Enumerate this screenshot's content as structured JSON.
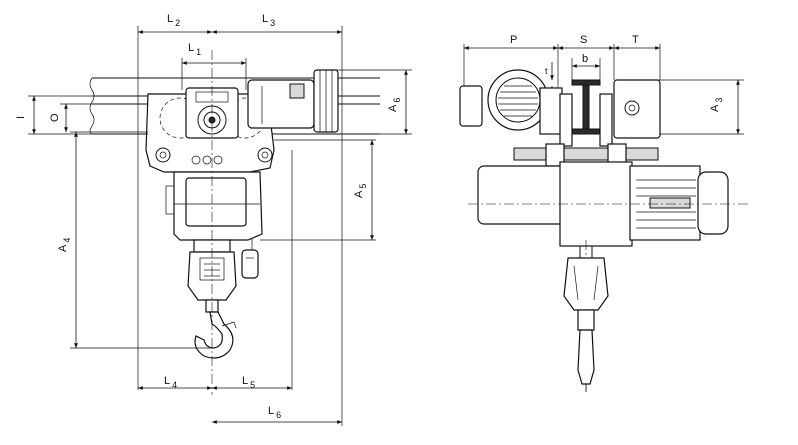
{
  "labels": {
    "L2_main": "L",
    "L2_sub": "2",
    "L3_main": "L",
    "L3_sub": "3",
    "L1_main": "L",
    "L1_sub": "1",
    "L4_main": "L",
    "L4_sub": "4",
    "L5_main": "L",
    "L5_sub": "5",
    "L6_main": "L",
    "L6_sub": "6",
    "A4_main": "A",
    "A4_sub": "4",
    "A5_main": "A",
    "A5_sub": "5",
    "A6_main": "A",
    "A6_sub": "6",
    "A3_main": "A",
    "A3_sub": "3",
    "I": "I",
    "O": "O",
    "P": "P",
    "S": "S",
    "T": "T",
    "b": "b",
    "t": "t"
  }
}
